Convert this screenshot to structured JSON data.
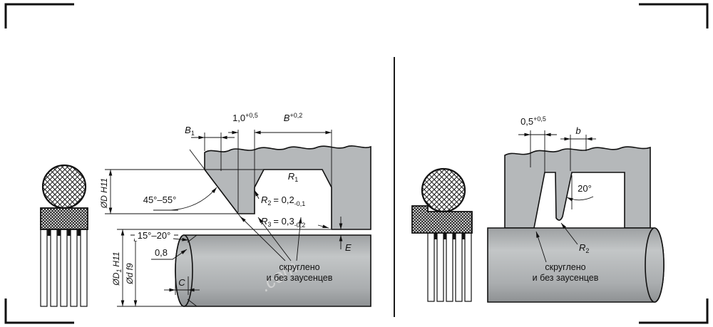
{
  "watermark": {
    "text": ".com"
  },
  "left": {
    "b1": {
      "base": "B",
      "sub": "1"
    },
    "d10": {
      "value": "1,0",
      "sup": "+0,5"
    },
    "B": {
      "base": "B",
      "sup": "+0,2"
    },
    "r1": {
      "base": "R",
      "sub": "1"
    },
    "r2": {
      "base": "R",
      "sub": "2",
      "eq": "= 0,2",
      "tol": "-0,1"
    },
    "r3": {
      "base": "R",
      "sub": "3",
      "eq": "= 0,3",
      "tol": "-0,2"
    },
    "angle1": "45°–55°",
    "angle2": "15°–20°",
    "rough": "0,8",
    "E": "E",
    "C": "C",
    "diaD": "ØD H11",
    "diaD1": {
      "base": "ØD",
      "sub": "1",
      "rest": "H11"
    },
    "diad": "Ød f9",
    "note1": "скруглено",
    "note2": "и без заусенцев"
  },
  "right": {
    "d05": {
      "value": "0,5",
      "sup": "+0,5"
    },
    "b": "b",
    "angle": "20°",
    "r2": {
      "base": "R",
      "sub": "2"
    },
    "note1": "скруглено",
    "note2": "и без заусенцев"
  }
}
